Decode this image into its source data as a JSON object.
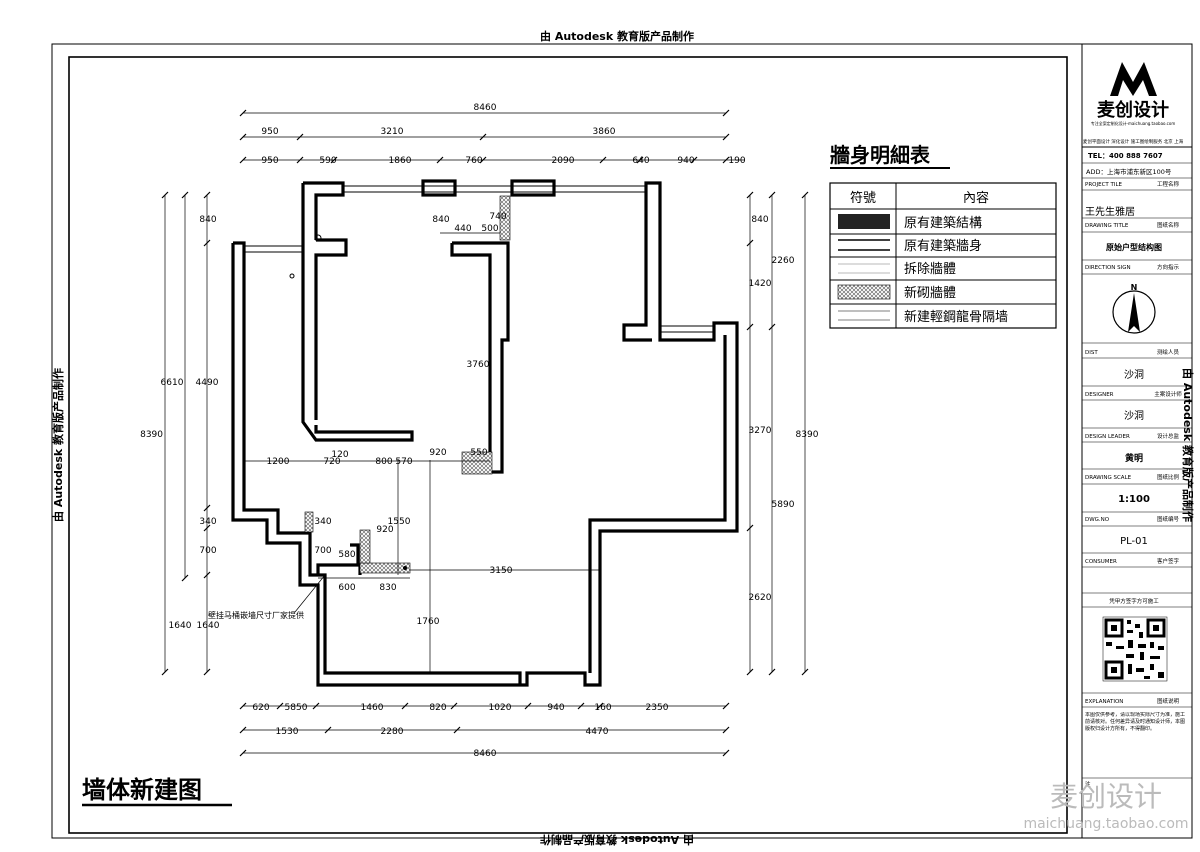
{
  "watermark_top": "由 Autodesk 教育版产品制作",
  "watermark_bottom": "由 Autodesk 教育版产品制作",
  "watermark_left": "由 Autodesk 教育版产品制作",
  "watermark_right": "由 Autodesk 教育版产品制作",
  "drawing_title": "墙体新建图",
  "site_watermark": {
    "brand": "麦创设计",
    "url": "maichuang.taobao.com"
  },
  "legend": {
    "title": "牆身明細表",
    "header_symbol": "符號",
    "header_content": "內容",
    "rows": [
      {
        "symbol": "solid",
        "label": "原有建築結構"
      },
      {
        "symbol": "double-line",
        "label": "原有建築牆身"
      },
      {
        "symbol": "thin",
        "label": "拆除牆體"
      },
      {
        "symbol": "hatch",
        "label": "新砌牆體"
      },
      {
        "symbol": "thin-double",
        "label": "新建輕鋼龍骨隔墙"
      }
    ]
  },
  "dimensions": {
    "top_total": "8460",
    "top_row1": [
      "950",
      "3210",
      "3860"
    ],
    "top_row2": [
      "950",
      "590",
      "1860",
      "760",
      "2090",
      "640",
      "940",
      "190"
    ],
    "bottom_row1": [
      "620",
      "5850",
      "1460",
      "820",
      "1020",
      "940",
      "160",
      "2350"
    ],
    "bottom_row2": [
      "1530",
      "2280",
      "4470"
    ],
    "bottom_total": "8460",
    "left_total": "8390",
    "left_mid": "6610",
    "left_parts": [
      "840",
      "4490",
      "340",
      "700",
      "1640"
    ],
    "left_sub": "1640",
    "right_total": "8390",
    "right_mid": [
      "2260",
      "5890"
    ],
    "right_parts": [
      "840",
      "1420",
      "3270",
      "2620"
    ],
    "interior": [
      "840",
      "740",
      "440",
      "500",
      "3760",
      "1200",
      "720",
      "120",
      "800",
      "570",
      "920",
      "550",
      "340",
      "1550",
      "920",
      "700",
      "580",
      "600",
      "830",
      "3150",
      "1760"
    ]
  },
  "annotation": "壁挂马桶嵌墙尺寸厂家提供",
  "title_block": {
    "brand": "麦创设计",
    "brand_sub": "专注全案定制化设计·maichuang.taobao.com",
    "company_line": "麦创平面设计 深化设计 施工图绘制服务 北京 上海",
    "tel": "TEL：400 888 7607",
    "address": "ADD：上海市浦东新区100号",
    "project_title_label": "PROJECT TILE",
    "project_title_value": "工程名称",
    "project_name": "王先生雅居",
    "drawing_title_label": "DRAWING TITLE",
    "drawing_title_value": "图纸名称",
    "drawing_name": "原始户型结构图",
    "direction_label": "DIRECTION SIGN",
    "direction_value": "方向指示",
    "north": "N",
    "dist_label": "DIST",
    "dist_value": "测绘人员",
    "dist_name": "沙洞",
    "designer_label": "DESIGNER",
    "designer_value": "主案设计师",
    "designer_name": "沙洞",
    "leader_label": "DESIGN LEADER",
    "leader_value": "设计总监",
    "leader_name": "黄明",
    "scale_label": "DRAWING SCALE",
    "scale_value": "图纸比例",
    "scale": "1:100",
    "dwg_label": "DWG.NO",
    "dwg_value": "图纸编号",
    "dwg_no": "PL-01",
    "consumer_label": "CONSUMER",
    "consumer_value": "客户签字",
    "sign_line": "凭甲方签字方可施工",
    "explanation_label": "EXPLANATION",
    "explanation_value": "图纸说明",
    "notes_label": "注",
    "notes_text": "本图仅供参考，请以现场实际尺寸为准，施工前请核对。任何差异请及时通知设计师，本图版权归设计方所有，不得翻印。"
  }
}
